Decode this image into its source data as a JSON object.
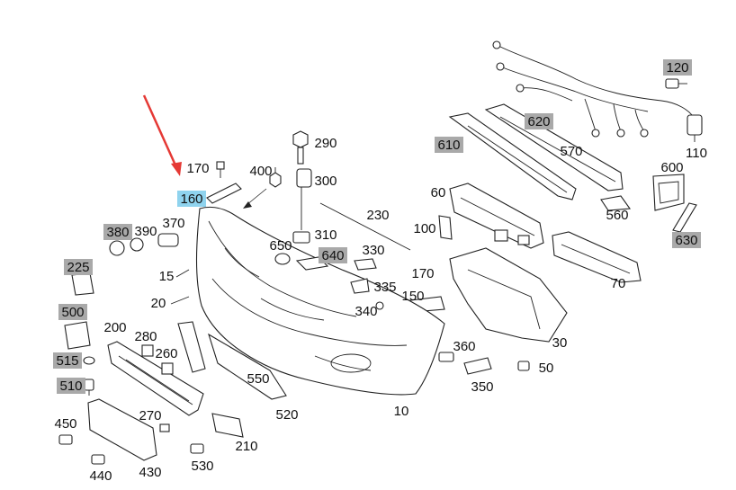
{
  "diagram": {
    "labels": [
      {
        "id": "p120",
        "text": "120",
        "highlight": "gray"
      },
      {
        "id": "p620",
        "text": "620",
        "highlight": "gray"
      },
      {
        "id": "p610",
        "text": "610",
        "highlight": "gray"
      },
      {
        "id": "p570",
        "text": "570",
        "highlight": "none"
      },
      {
        "id": "p110",
        "text": "110",
        "highlight": "none"
      },
      {
        "id": "p600",
        "text": "600",
        "highlight": "none"
      },
      {
        "id": "p560",
        "text": "560",
        "highlight": "none"
      },
      {
        "id": "p630",
        "text": "630",
        "highlight": "gray"
      },
      {
        "id": "p60",
        "text": "60",
        "highlight": "none"
      },
      {
        "id": "p100",
        "text": "100",
        "highlight": "none"
      },
      {
        "id": "p70",
        "text": "70",
        "highlight": "none"
      },
      {
        "id": "p290",
        "text": "290",
        "highlight": "none"
      },
      {
        "id": "p300",
        "text": "300",
        "highlight": "none"
      },
      {
        "id": "p170a",
        "text": "170",
        "highlight": "none"
      },
      {
        "id": "p400",
        "text": "400",
        "highlight": "none"
      },
      {
        "id": "p160",
        "text": "160",
        "highlight": "blue"
      },
      {
        "id": "p230",
        "text": "230",
        "highlight": "none"
      },
      {
        "id": "p380",
        "text": "380",
        "highlight": "gray"
      },
      {
        "id": "p390",
        "text": "390",
        "highlight": "none"
      },
      {
        "id": "p370",
        "text": "370",
        "highlight": "none"
      },
      {
        "id": "p650",
        "text": "650",
        "highlight": "none"
      },
      {
        "id": "p310",
        "text": "310",
        "highlight": "none"
      },
      {
        "id": "p640",
        "text": "640",
        "highlight": "gray"
      },
      {
        "id": "p330",
        "text": "330",
        "highlight": "none"
      },
      {
        "id": "p225",
        "text": "225",
        "highlight": "gray"
      },
      {
        "id": "p15",
        "text": "15",
        "highlight": "none"
      },
      {
        "id": "p170b",
        "text": "170",
        "highlight": "none"
      },
      {
        "id": "p335",
        "text": "335",
        "highlight": "none"
      },
      {
        "id": "p150",
        "text": "150",
        "highlight": "none"
      },
      {
        "id": "p20",
        "text": "20",
        "highlight": "none"
      },
      {
        "id": "p340",
        "text": "340",
        "highlight": "none"
      },
      {
        "id": "p500",
        "text": "500",
        "highlight": "gray"
      },
      {
        "id": "p200",
        "text": "200",
        "highlight": "none"
      },
      {
        "id": "p280",
        "text": "280",
        "highlight": "none"
      },
      {
        "id": "p260",
        "text": "260",
        "highlight": "none"
      },
      {
        "id": "p360",
        "text": "360",
        "highlight": "none"
      },
      {
        "id": "p30",
        "text": "30",
        "highlight": "none"
      },
      {
        "id": "p515",
        "text": "515",
        "highlight": "gray"
      },
      {
        "id": "p50",
        "text": "50",
        "highlight": "none"
      },
      {
        "id": "p510",
        "text": "510",
        "highlight": "gray"
      },
      {
        "id": "p550",
        "text": "550",
        "highlight": "none"
      },
      {
        "id": "p350",
        "text": "350",
        "highlight": "none"
      },
      {
        "id": "p520",
        "text": "520",
        "highlight": "none"
      },
      {
        "id": "p10",
        "text": "10",
        "highlight": "none"
      },
      {
        "id": "p450",
        "text": "450",
        "highlight": "none"
      },
      {
        "id": "p270",
        "text": "270",
        "highlight": "none"
      },
      {
        "id": "p210",
        "text": "210",
        "highlight": "none"
      },
      {
        "id": "p430",
        "text": "430",
        "highlight": "none"
      },
      {
        "id": "p530",
        "text": "530",
        "highlight": "none"
      },
      {
        "id": "p440",
        "text": "440",
        "highlight": "none"
      }
    ],
    "colors": {
      "highlight_gray": "#a9a9a9",
      "highlight_blue": "#8fd3ee",
      "pointer_arrow": "#e53935",
      "line": "#222222"
    }
  }
}
